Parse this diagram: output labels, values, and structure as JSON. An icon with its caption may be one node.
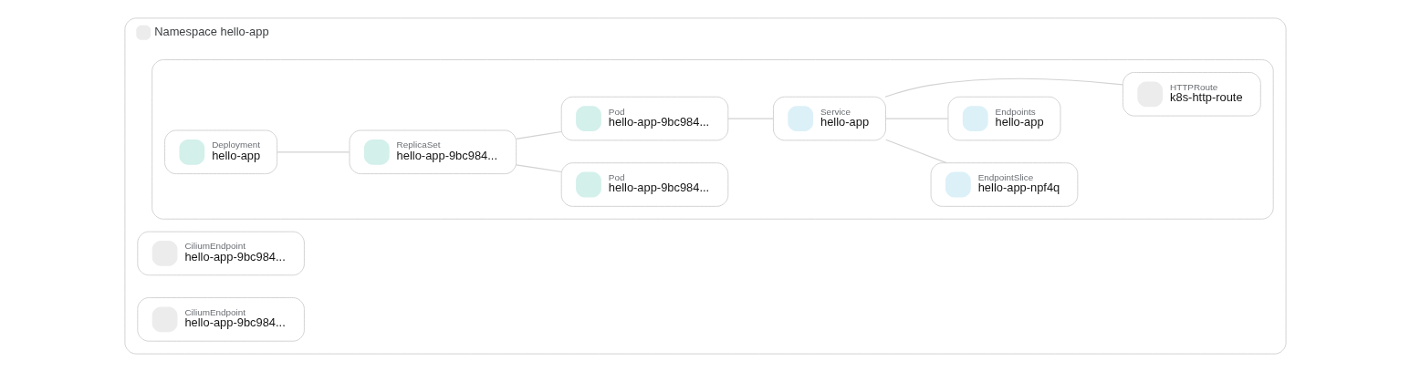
{
  "diagram": {
    "nodes": [
      {
        "text": [
          "Namespace hello-app"
        ]
      },
      {
        "text": [],
        "shape": "box",
        "in": 0
      },
      {
        "text": [
          "Deployment",
          "hello-app"
        ],
        "in": 1
      },
      {
        "text": [
          "ReplicaSet",
          "hello-app-9bc984..."
        ],
        "in": 1
      },
      {
        "text": [
          "Pod",
          "hello-app-9bc984..."
        ],
        "in": 1
      },
      {
        "text": [
          "Pod",
          "hello-app-9bc984..."
        ],
        "in": 1
      },
      {
        "text": [
          "Service",
          "hello-app"
        ],
        "in": 1
      },
      {
        "text": [
          "EndpointSlice",
          "hello-app-npf4q"
        ],
        "in": 1
      },
      {
        "text": [
          "Endpoints",
          "hello-app"
        ],
        "in": 1
      },
      {
        "text": [
          "HTTPRoute",
          "k8s-http-route"
        ],
        "in": 1
      },
      {
        "text": [
          "CiliumEndpoint",
          "hello-app-9bc984..."
        ],
        "in": 0
      },
      {
        "text": [
          "CiliumEndpoint",
          "hello-app-9bc984..."
        ],
        "in": 0
      }
    ],
    "edges": [
      {
        "from": 2,
        "to": 3,
        "arrow": "none"
      },
      {
        "from": 3,
        "to": 4,
        "arrow": "none"
      },
      {
        "from": 3,
        "to": 5,
        "arrow": "none"
      },
      {
        "from": 5,
        "to": 6,
        "arrow": "none"
      },
      {
        "from": 6,
        "to": 7,
        "arrow": "none"
      },
      {
        "from": 6,
        "to": 8,
        "arrow": "none"
      },
      {
        "from": 6,
        "to": 9,
        "arrow": "none"
      }
    ]
  }
}
